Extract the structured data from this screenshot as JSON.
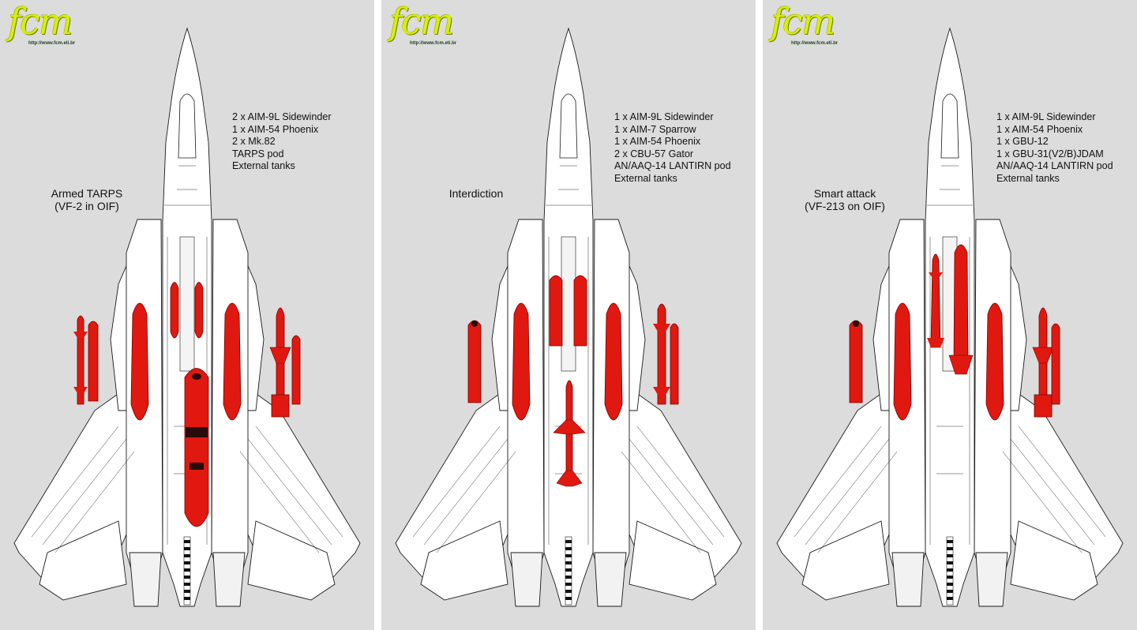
{
  "site": {
    "logo_text": "fcm",
    "logo_url": "http://www.fcm.eti.br"
  },
  "colors": {
    "background": "#dcdcdc",
    "aircraft": "#ffffff",
    "ordnance": "#e0180f",
    "logo": "#d8f000"
  },
  "panels": [
    {
      "title_line1": "Armed TARPS",
      "title_line2": "(VF-2 in OIF)",
      "loadout": [
        "2 x AIM-9L Sidewinder",
        "1 x AIM-54 Phoenix",
        "2 x Mk.82",
        "TARPS pod",
        "External tanks"
      ]
    },
    {
      "title_line1": "Interdiction",
      "title_line2": "",
      "loadout": [
        "1 x AIM-9L Sidewinder",
        "1 x AIM-7 Sparrow",
        "1 x AIM-54 Phoenix",
        "2 x CBU-57 Gator",
        "AN/AAQ-14 LANTIRN pod",
        "External tanks"
      ]
    },
    {
      "title_line1": "Smart attack",
      "title_line2": "(VF-213 on OIF)",
      "loadout": [
        "1 x AIM-9L Sidewinder",
        "1 x AIM-54 Phoenix",
        "1 x GBU-12",
        "1 x GBU-31(V2/B)JDAM",
        "AN/AAQ-14 LANTIRN pod",
        "External tanks"
      ]
    }
  ]
}
